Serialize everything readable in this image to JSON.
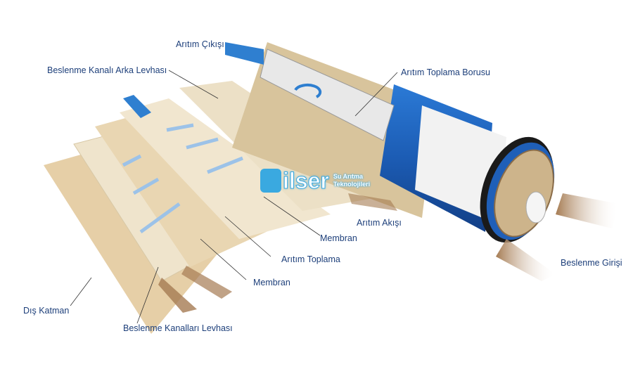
{
  "labels": {
    "output": "Arıtım Çıkışı",
    "back_plate": "Beslenme Kanalı Arka Levhası",
    "collection_tube": "Arıtım Toplama Borusu",
    "permeate_flow": "Arıtım Akışı",
    "membrane_1": "Membran",
    "permeate_collection": "Arıtım Toplama",
    "membrane_2": "Membran",
    "outer_layer": "Dış Katman",
    "feed_channel_plate": "Beslenme Kanalları Levhası",
    "feed_inlet": "Beslenme Girişi"
  },
  "logo": {
    "name": "ilser",
    "tagline_1": "Su Arıtma",
    "tagline_2": "Teknolojileri"
  },
  "colors": {
    "label": "#1d3f7a",
    "module_blue": "#1f5fb8",
    "sheet": "#e8d3ae",
    "arrow_brown": "#b08a64",
    "arrow_blue": "#3c86d0"
  }
}
